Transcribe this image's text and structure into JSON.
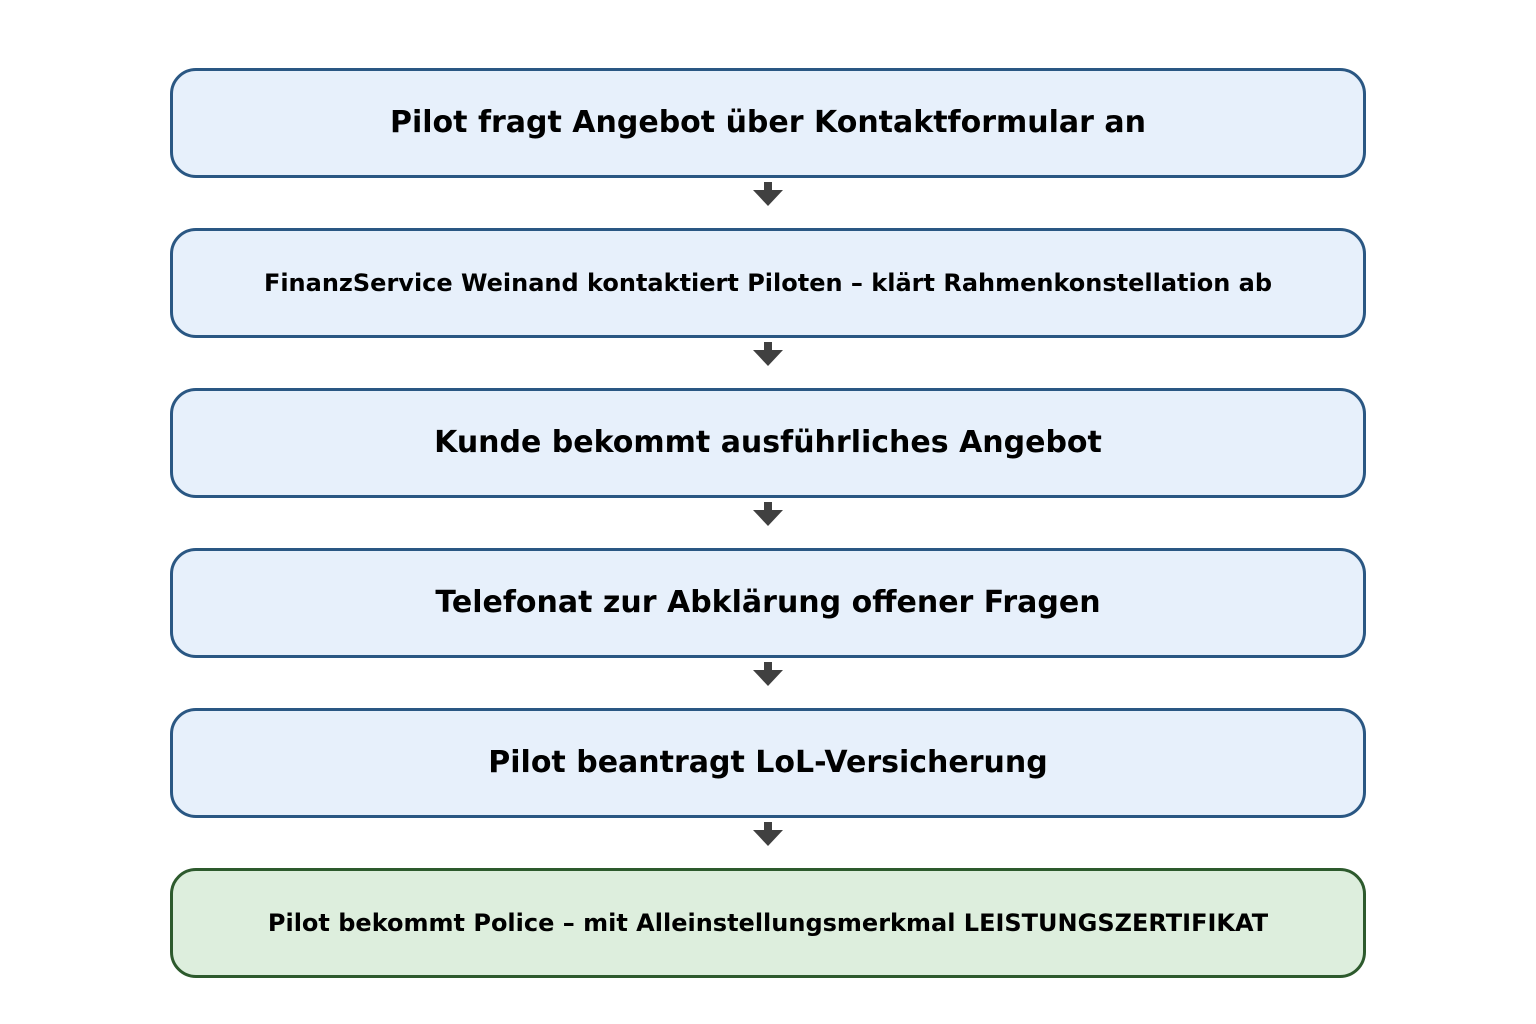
{
  "flowchart": {
    "title": "",
    "steps": [
      {
        "label": "Pilot fragt Angebot über Kontaktformular an",
        "type": "process"
      },
      {
        "label": "FinanzService Weinand kontaktiert Piloten – klärt Rahmenkonstellation ab",
        "type": "process"
      },
      {
        "label": "Kunde bekommt ausführliches Angebot",
        "type": "process"
      },
      {
        "label": "Telefonat zur Abklärung offener Fragen",
        "type": "process"
      },
      {
        "label": "Pilot beantragt LoL-Versicherung",
        "type": "process"
      },
      {
        "label": "Pilot bekommt Police – mit Alleinstellungsmerkmal LEISTUNGSZERTIFIKAT",
        "type": "result"
      }
    ],
    "connector_icon": "down-arrow",
    "colors": {
      "process_fill": "#e7f0fb",
      "process_border": "#2a5783",
      "result_fill": "#ddeedd",
      "result_border": "#2d5a2d",
      "arrow": "#404040",
      "text": "#000000",
      "background": "#ffffff"
    }
  }
}
